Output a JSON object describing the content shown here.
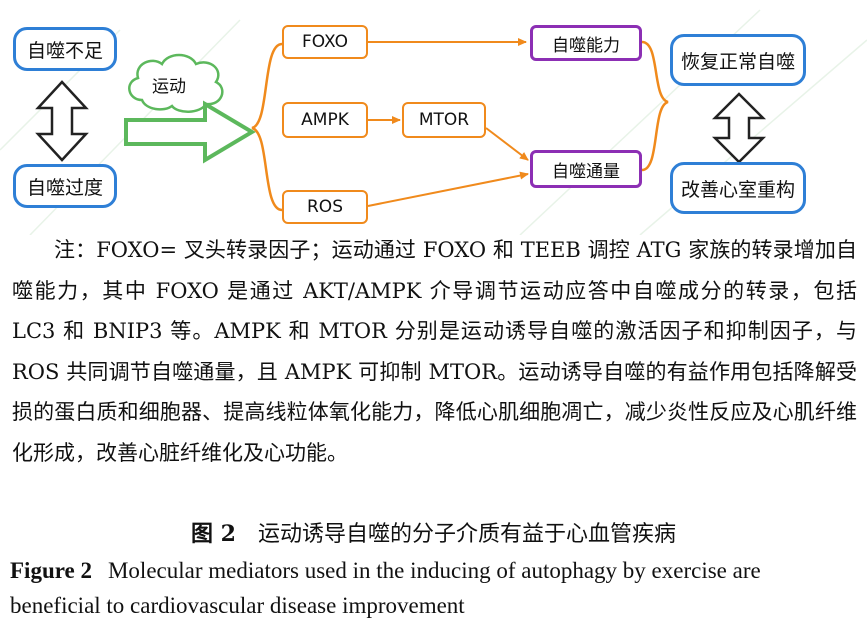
{
  "diagram": {
    "left_boxes": {
      "top": "自噬不足",
      "bottom": "自噬过度"
    },
    "trigger": "运动",
    "mediators": [
      "FOXO",
      "AMPK",
      "ROS"
    ],
    "mtor": "MTOR",
    "effects": {
      "capacity": "自噬能力",
      "flux": "自噬通量"
    },
    "outcomes": {
      "top": "恢复正常自噬",
      "bottom": "改善心室重构"
    },
    "colors": {
      "blue_border": "#2e7fd6",
      "orange": "#f08a1c",
      "purple": "#8c2fb4",
      "green": "#5cb85c"
    }
  },
  "note": "注：FOXO= 叉头转录因子；运动通过 FOXO 和 TEEB 调控 ATG 家族的转录增加自噬能力，其中 FOXO 是通过 AKT/AMPK 介导调节运动应答中自噬成分的转录，包括 LC3 和 BNIP3 等。AMPK 和 MTOR 分别是运动诱导自噬的激活因子和抑制因子，与 ROS 共同调节自噬通量，且 AMPK 可抑制 MTOR。运动诱导自噬的有益作用包括降解受损的蛋白质和细胞器、提高线粒体氧化能力，降低心肌细胞凋亡，减少炎性反应及心肌纤维化形成，改善心脏纤维化及心功能。",
  "caption_cn": {
    "label": "图 2",
    "text": "运动诱导自噬的分子介质有益于心血管疾病"
  },
  "caption_en": {
    "label": "Figure 2",
    "text": "Molecular mediators used in the inducing of autophagy by exercise are beneficial to cardiovascular disease improvement"
  }
}
